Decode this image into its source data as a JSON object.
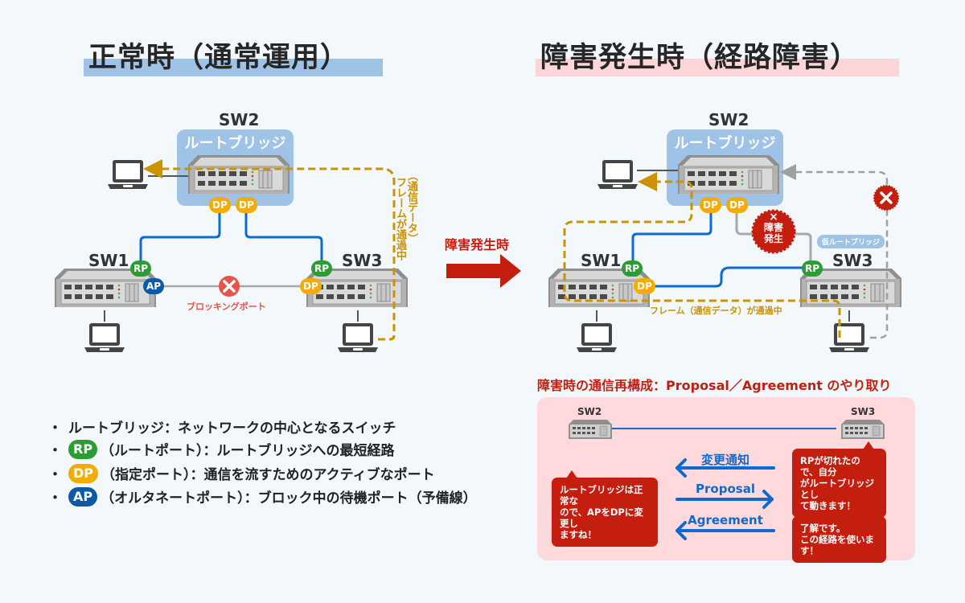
{
  "left_panel": {
    "title": "正常時（通常運用）",
    "title_highlight_color": "#9ec3e6",
    "sw2": {
      "label": "SW2",
      "role": "ルートブリッジ",
      "ports": [
        "DP",
        "DP"
      ]
    },
    "sw1": {
      "label": "SW1",
      "ports": [
        "RP",
        "AP"
      ]
    },
    "sw3": {
      "label": "SW3",
      "ports": [
        "RP",
        "DP"
      ]
    },
    "blocking_label": "ブロッキングポート",
    "frame_label_vertical": [
      "（通信データ）",
      "フレームが通過中"
    ]
  },
  "middle_arrow": {
    "label": "障害発生時",
    "color": "#c41e0e"
  },
  "right_panel": {
    "title": "障害発生時（経路障害）",
    "title_highlight_color": "#ffd6d8",
    "sw2": {
      "label": "SW2",
      "role": "ルートブリッジ",
      "ports": [
        "DP",
        "DP"
      ]
    },
    "sw1": {
      "label": "SW1",
      "ports": [
        "RP",
        "DP"
      ]
    },
    "sw3": {
      "label": "SW3",
      "ports": [
        "RP"
      ],
      "temp_role": "仮ルートブリッジ"
    },
    "failure_badge": {
      "icon": "×",
      "line1": "障害",
      "line2": "発生"
    },
    "frame_label": "フレーム（通信データ）が通過中"
  },
  "legend": [
    {
      "badge": "",
      "text": "ルートブリッジ：ネットワークの中心となるスイッチ"
    },
    {
      "badge": "RP",
      "badge_color": "#2a9d33",
      "text": "（ルートポート）：ルートブリッジへの最短経路"
    },
    {
      "badge": "DP",
      "badge_color": "#f5ab00",
      "text": "（指定ポート）：通信を流すためのアクティブなポート"
    },
    {
      "badge": "AP",
      "badge_color": "#0c5aa6",
      "text": "（オルタネートポート）：ブロック中の待機ポート（予備線）"
    }
  ],
  "reconfig": {
    "title": "障害時の通信再構成：Proposal／Agreement のやり取り",
    "left_switch": "SW2",
    "right_switch": "SW3",
    "messages": [
      {
        "label": "変更通知",
        "direction": "left"
      },
      {
        "label": "Proposal",
        "direction": "right"
      },
      {
        "label": "Agreement",
        "direction": "left"
      }
    ],
    "bubble_sw2": [
      "ルートブリッジは正常な",
      "ので、APをDPに変更し",
      "ますね！"
    ],
    "bubble_sw3_1": [
      "RPが切れたので、自分",
      "がルートブリッジとし",
      "て動きます！"
    ],
    "bubble_sw3_2": [
      "了解です。",
      "この経路を使います！"
    ]
  },
  "colors": {
    "link_blue": "#0d6ad1",
    "frame_gold": "#cc9200",
    "failure_red": "#c41e0e",
    "blocked_red": "#e8534a",
    "panel_pink": "#ffd9dc"
  }
}
